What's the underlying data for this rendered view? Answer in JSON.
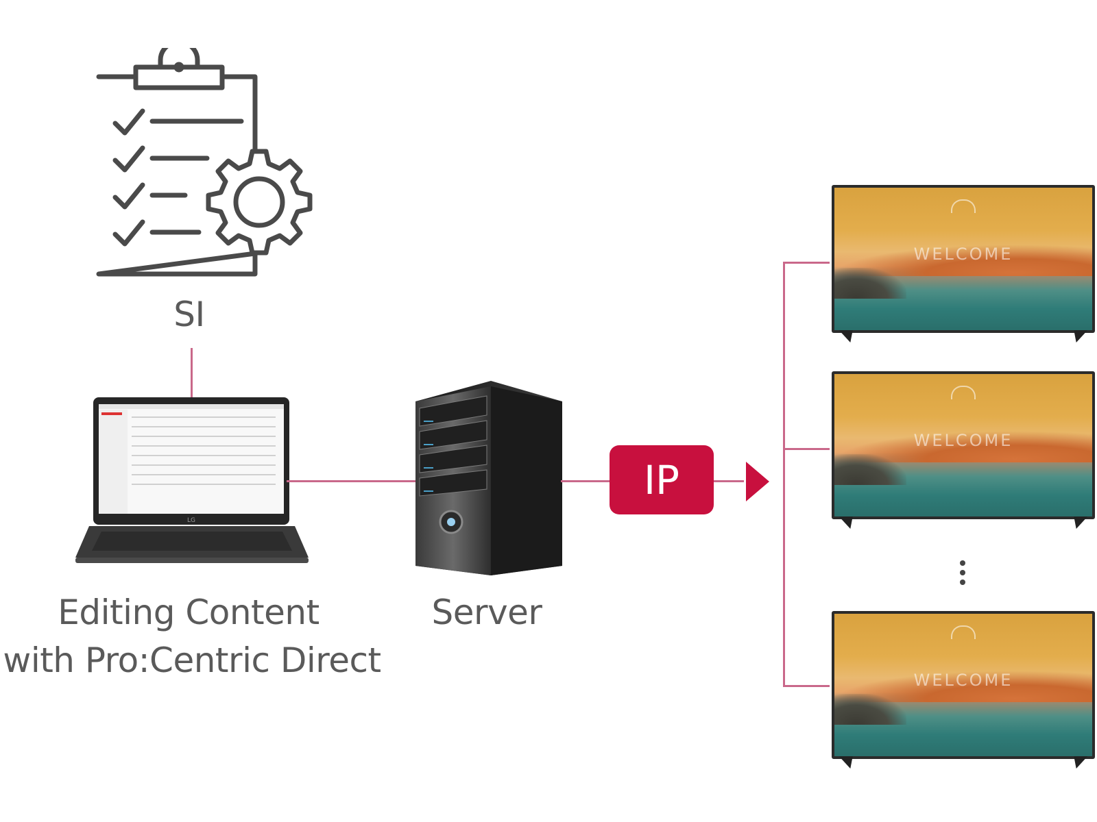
{
  "nodes": {
    "si": {
      "label": "SI",
      "icon": "clipboard-gear-icon"
    },
    "laptop": {
      "label_line1": "Editing Content",
      "label_line2": "with Pro:Centric Direct",
      "icon": "laptop-icon"
    },
    "server": {
      "label": "Server",
      "icon": "server-tower-icon"
    },
    "displays": {
      "icon": "tv-display-icon",
      "screen_text": "WELCOME"
    }
  },
  "connection": {
    "label": "IP",
    "arrow": "arrow-right-icon"
  },
  "colors": {
    "accent": "#c8103e",
    "wire": "#c9688a",
    "text": "#5a5a5a"
  }
}
